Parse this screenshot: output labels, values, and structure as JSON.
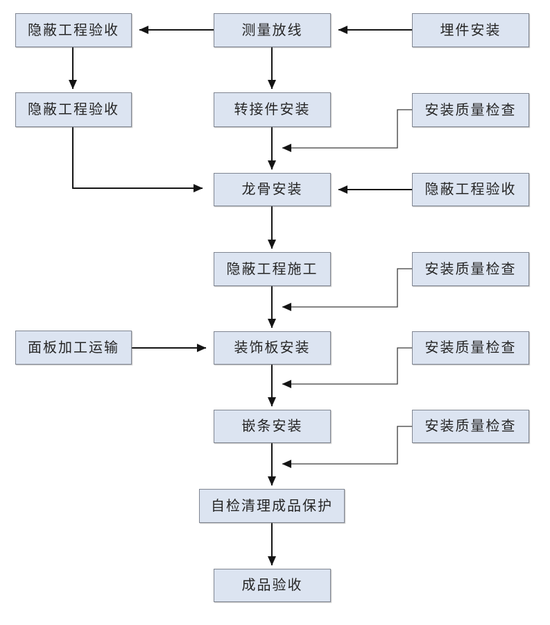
{
  "flowchart": {
    "colors": {
      "node_fill": "#dce4f1",
      "node_border": "#7f8591",
      "connector": "#141414",
      "text": "#262626",
      "background": "#ffffff"
    },
    "nodes": {
      "hidden_acceptance_top": {
        "label": "隐蔽工程验收"
      },
      "survey_layout": {
        "label": "测量放线"
      },
      "embed_install": {
        "label": "埋件安装"
      },
      "hidden_acceptance_left": {
        "label": "隐蔽工程验收"
      },
      "adapter_install": {
        "label": "转接件安装"
      },
      "quality_check_1": {
        "label": "安装质量检查"
      },
      "keel_install": {
        "label": "龙骨安装"
      },
      "hidden_acceptance_right": {
        "label": "隐蔽工程验收"
      },
      "hidden_construction": {
        "label": "隐蔽工程施工"
      },
      "quality_check_2": {
        "label": "安装质量检查"
      },
      "panel_transport": {
        "label": "面板加工运输"
      },
      "panel_install": {
        "label": "装饰板安装"
      },
      "quality_check_3": {
        "label": "安装质量检查"
      },
      "trim_install": {
        "label": "嵌条安装"
      },
      "quality_check_4": {
        "label": "安装质量检查"
      },
      "self_check_protection": {
        "label": "自检清理成品保护"
      },
      "final_acceptance": {
        "label": "成品验收"
      }
    },
    "edges": [
      {
        "from": "embed_install",
        "to": "survey_layout"
      },
      {
        "from": "survey_layout",
        "to": "hidden_acceptance_top"
      },
      {
        "from": "hidden_acceptance_top",
        "to": "hidden_acceptance_left"
      },
      {
        "from": "survey_layout",
        "to": "adapter_install"
      },
      {
        "from": "adapter_install",
        "to": "keel_install"
      },
      {
        "from": "quality_check_1",
        "to": "flow:adapter_install-keel_install"
      },
      {
        "from": "hidden_acceptance_left",
        "to": "keel_install"
      },
      {
        "from": "hidden_acceptance_right",
        "to": "keel_install"
      },
      {
        "from": "keel_install",
        "to": "hidden_construction"
      },
      {
        "from": "hidden_construction",
        "to": "panel_install"
      },
      {
        "from": "quality_check_2",
        "to": "flow:hidden_construction-panel_install"
      },
      {
        "from": "panel_transport",
        "to": "panel_install"
      },
      {
        "from": "panel_install",
        "to": "trim_install"
      },
      {
        "from": "quality_check_3",
        "to": "flow:panel_install-trim_install"
      },
      {
        "from": "trim_install",
        "to": "self_check_protection"
      },
      {
        "from": "quality_check_4",
        "to": "flow:trim_install-self_check_protection"
      },
      {
        "from": "self_check_protection",
        "to": "final_acceptance"
      }
    ]
  }
}
